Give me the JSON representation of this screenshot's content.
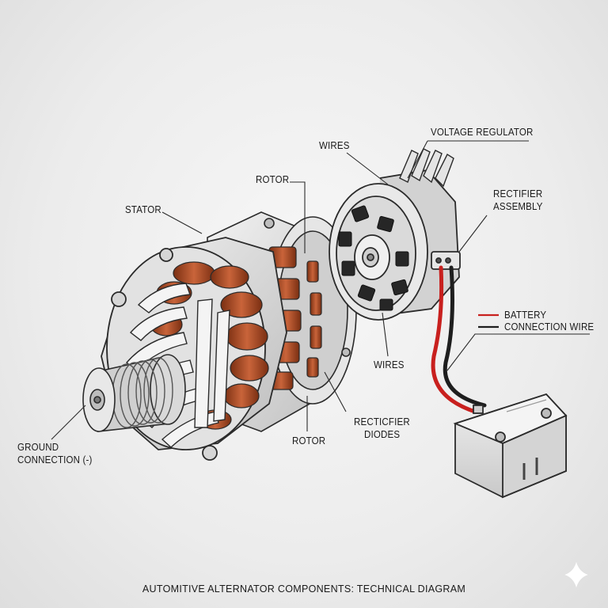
{
  "labels": {
    "voltage_regulator": "VOLTAGE REGULATOR",
    "wires_top": "WIRES",
    "rotor_top": "ROTOR",
    "stator": "STATOR",
    "rectifier_assembly_1": "RECTIFIER",
    "rectifier_assembly_2": "ASSEMBLY",
    "battery_1": "BATTERY",
    "battery_2": "CONNECTION WIRE",
    "wires_bottom": "WIRES",
    "rectifier_diodes_1": "RECTICFIER",
    "rectifier_diodes_2": "DIODES",
    "rotor_bottom": "ROTOR",
    "ground_1": "GROUND",
    "ground_2": "CONNECTION (-)"
  },
  "caption": "AUTOMITIVE ALTERNATOR COMPONENTS: TECHNICAL DIAGRAM",
  "colors": {
    "copper": "#b4532a",
    "copper_dark": "#6e2a12",
    "housing": "#dcdcdc",
    "outline": "#2b2b2b",
    "wire_red": "#c8201e",
    "wire_black": "#1e1e1e",
    "sparkle": "#ffffff"
  },
  "icons": {
    "sparkle": "sparkle-icon"
  }
}
